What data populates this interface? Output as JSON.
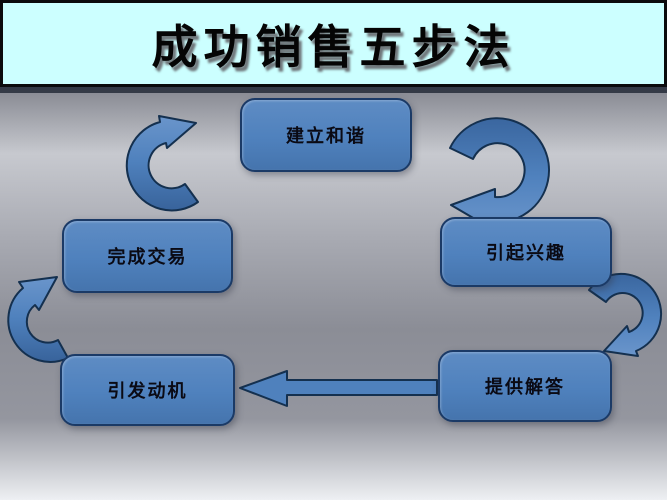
{
  "slide": {
    "title": "成功销售五步法"
  },
  "diagram": {
    "steps": [
      {
        "label": "建立和谐",
        "position": "top-center"
      },
      {
        "label": "引起兴趣",
        "position": "right"
      },
      {
        "label": "提供解答",
        "position": "bottom-right"
      },
      {
        "label": "引发动机",
        "position": "bottom-left"
      },
      {
        "label": "完成交易",
        "position": "left"
      }
    ],
    "arrows": [
      {
        "from": "完成交易",
        "to": "建立和谐",
        "style": "curved-ribbon"
      },
      {
        "from": "建立和谐",
        "to": "引起兴趣",
        "style": "curved-ribbon"
      },
      {
        "from": "引起兴趣",
        "to": "提供解答",
        "style": "curved-ribbon"
      },
      {
        "from": "提供解答",
        "to": "引发动机",
        "style": "straight-block"
      },
      {
        "from": "引发动机",
        "to": "完成交易",
        "style": "curved-ribbon"
      }
    ]
  },
  "colors": {
    "title_background": "#ccffff",
    "title_text": "#050505",
    "node_fill": "#4f81bd",
    "node_border": "#1b3a66",
    "arrow_fill": "#4f81bd",
    "arrow_outline": "#14304f",
    "background_gray_dark": "#8b8d96",
    "background_gray_light": "#c7c9cf",
    "background_bottom": "#eef0f3",
    "separator": "#343a46"
  }
}
